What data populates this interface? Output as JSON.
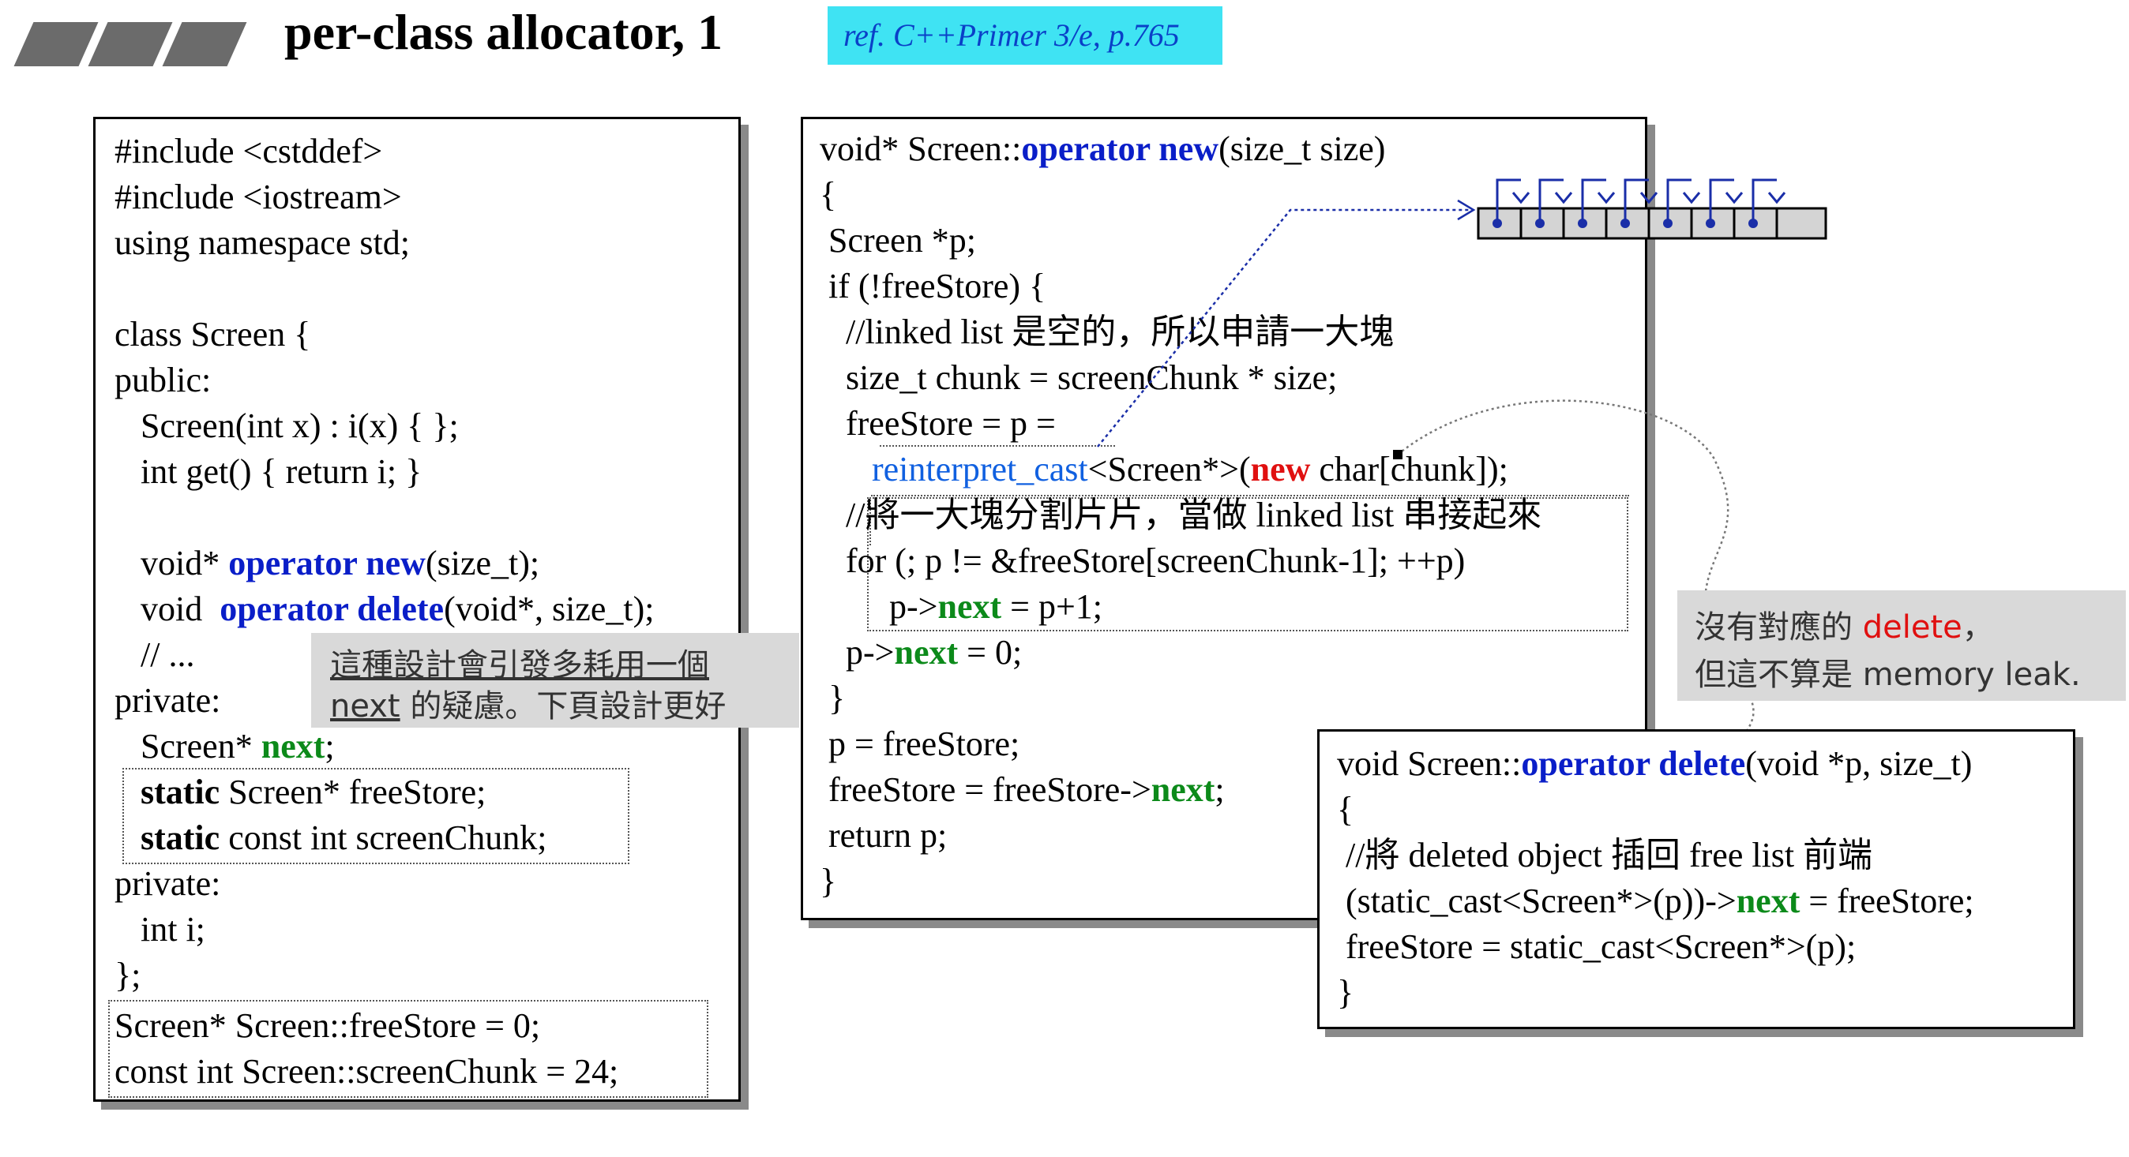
{
  "header": {
    "title": "per-class allocator, 1",
    "ref": "ref. C++Primer 3/e, p.765"
  },
  "left_code": {
    "l1": "#include <cstddef>",
    "l2": "#include <iostream>",
    "l3": "using namespace std;",
    "l4": "class Screen {",
    "l5": "public:",
    "l6": "   Screen(int x) : i(x) { };",
    "l7": "   int get() { return i; }",
    "l8a": "   void* ",
    "l8b": "operator new",
    "l8c": "(size_t);",
    "l9a": "   void  ",
    "l9b": "operator delete",
    "l9c": "(void*, size_t);",
    "l10": "   // ...",
    "l11": "private:",
    "l12a": "   Screen* ",
    "l12b": "next",
    "l12c": ";",
    "l13a": "   static",
    "l13b": " Screen* freeStore;",
    "l14a": "   static",
    "l14b": " const int screenChunk;",
    "l15": "private:",
    "l16": "   int i;",
    "l17": "};",
    "l18": "Screen* Screen::freeStore = 0;",
    "l19": "const int Screen::screenChunk = 24;"
  },
  "note_left": {
    "line1": "這種設計會引發多耗用一個",
    "line2a": "next",
    "line2b": " 的疑慮。下頁設計更好"
  },
  "middle_code": {
    "l1a": "void* Screen::",
    "l1b": "operator new",
    "l1c": "(size_t size)",
    "l2": "{",
    "l3": " Screen *p;",
    "l4": " if (!freeStore) {",
    "l5": "   //linked list 是空的，所以申請一大塊",
    "l6": "   size_t chunk = screenChunk * size;",
    "l7": "   freeStore = p =",
    "l8a": "      reinterpret_cast",
    "l8b": "<Screen*>(",
    "l8c": "new",
    "l8d": " char[chunk]);",
    "l9": "   //將一大塊分割片片，當做 linked list 串接起來",
    "l10": "   for (; p != &freeStore[screenChunk-1]; ++p)",
    "l11a": "        p->",
    "l11b": "next",
    "l11c": " = p+1;",
    "l12a": "   p->",
    "l12b": "next",
    "l12c": " = 0;",
    "l13": " }",
    "l14": " p = freeStore;",
    "l15a": " freeStore = freeStore->",
    "l15b": "next",
    "l15c": ";",
    "l16": " return p;",
    "l17": "}"
  },
  "note_right": {
    "line1a": "沒有對應的 ",
    "line1b": "delete",
    "line1c": "，",
    "line2": "但這不算是 memory leak."
  },
  "delete_code": {
    "l1a": "void Screen::",
    "l1b": "operator delete",
    "l1c": "(void *p, size_t)",
    "l2": "{",
    "l3": " //將 deleted object 插回 free list 前端",
    "l4a": " (static_cast<Screen*>(p))->",
    "l4b": "next",
    "l4c": " = freeStore;",
    "l5": " freeStore = static_cast<Screen*>(p);",
    "l6": "}"
  },
  "colors": {
    "keyword_blue": "#0a1ec8",
    "next_green": "#0c8a1a",
    "new_red": "#e01010",
    "ref_bg": "#3fe3f3",
    "note_bg": "#d9d9d9"
  }
}
